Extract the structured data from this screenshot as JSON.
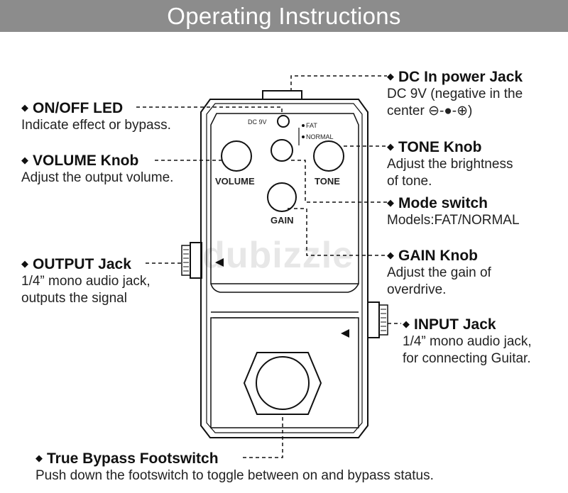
{
  "header": {
    "title": "Operating Instructions"
  },
  "pedal": {
    "labels": {
      "volume": "VOLUME",
      "tone": "TONE",
      "gain": "GAIN"
    },
    "dc_label": "DC 9V",
    "switch_positions": [
      "FAT",
      "NORMAL"
    ]
  },
  "watermark": "dubizzle",
  "annotations": {
    "dc_in": {
      "title": "DC In power Jack",
      "desc": [
        "DC 9V (negative in the",
        "center ⊖-●-⊕)"
      ]
    },
    "led": {
      "title": "ON/OFF LED",
      "desc": [
        "Indicate effect or bypass."
      ]
    },
    "volume": {
      "title": "VOLUME Knob",
      "desc": [
        "Adjust the output volume."
      ]
    },
    "tone": {
      "title": "TONE Knob",
      "desc": [
        "Adjust the brightness",
        "of tone."
      ]
    },
    "mode": {
      "title": "Mode switch",
      "desc": [
        "Models:FAT/NORMAL"
      ]
    },
    "gain": {
      "title": "GAIN Knob",
      "desc": [
        "Adjust the gain of",
        "overdrive."
      ]
    },
    "output": {
      "title": "OUTPUT Jack",
      "desc": [
        "1/4” mono audio jack,",
        "outputs the signal"
      ]
    },
    "input": {
      "title": "INPUT Jack",
      "desc": [
        "1/4” mono audio jack,",
        "for connecting Guitar."
      ]
    },
    "footswitch": {
      "title": "True Bypass Footswitch",
      "desc": [
        "Push down the footswitch to toggle between on and bypass status."
      ]
    }
  },
  "colors": {
    "header_bg": "#8c8c8c",
    "header_text": "#ffffff",
    "line": "#111111",
    "text": "#111111"
  }
}
